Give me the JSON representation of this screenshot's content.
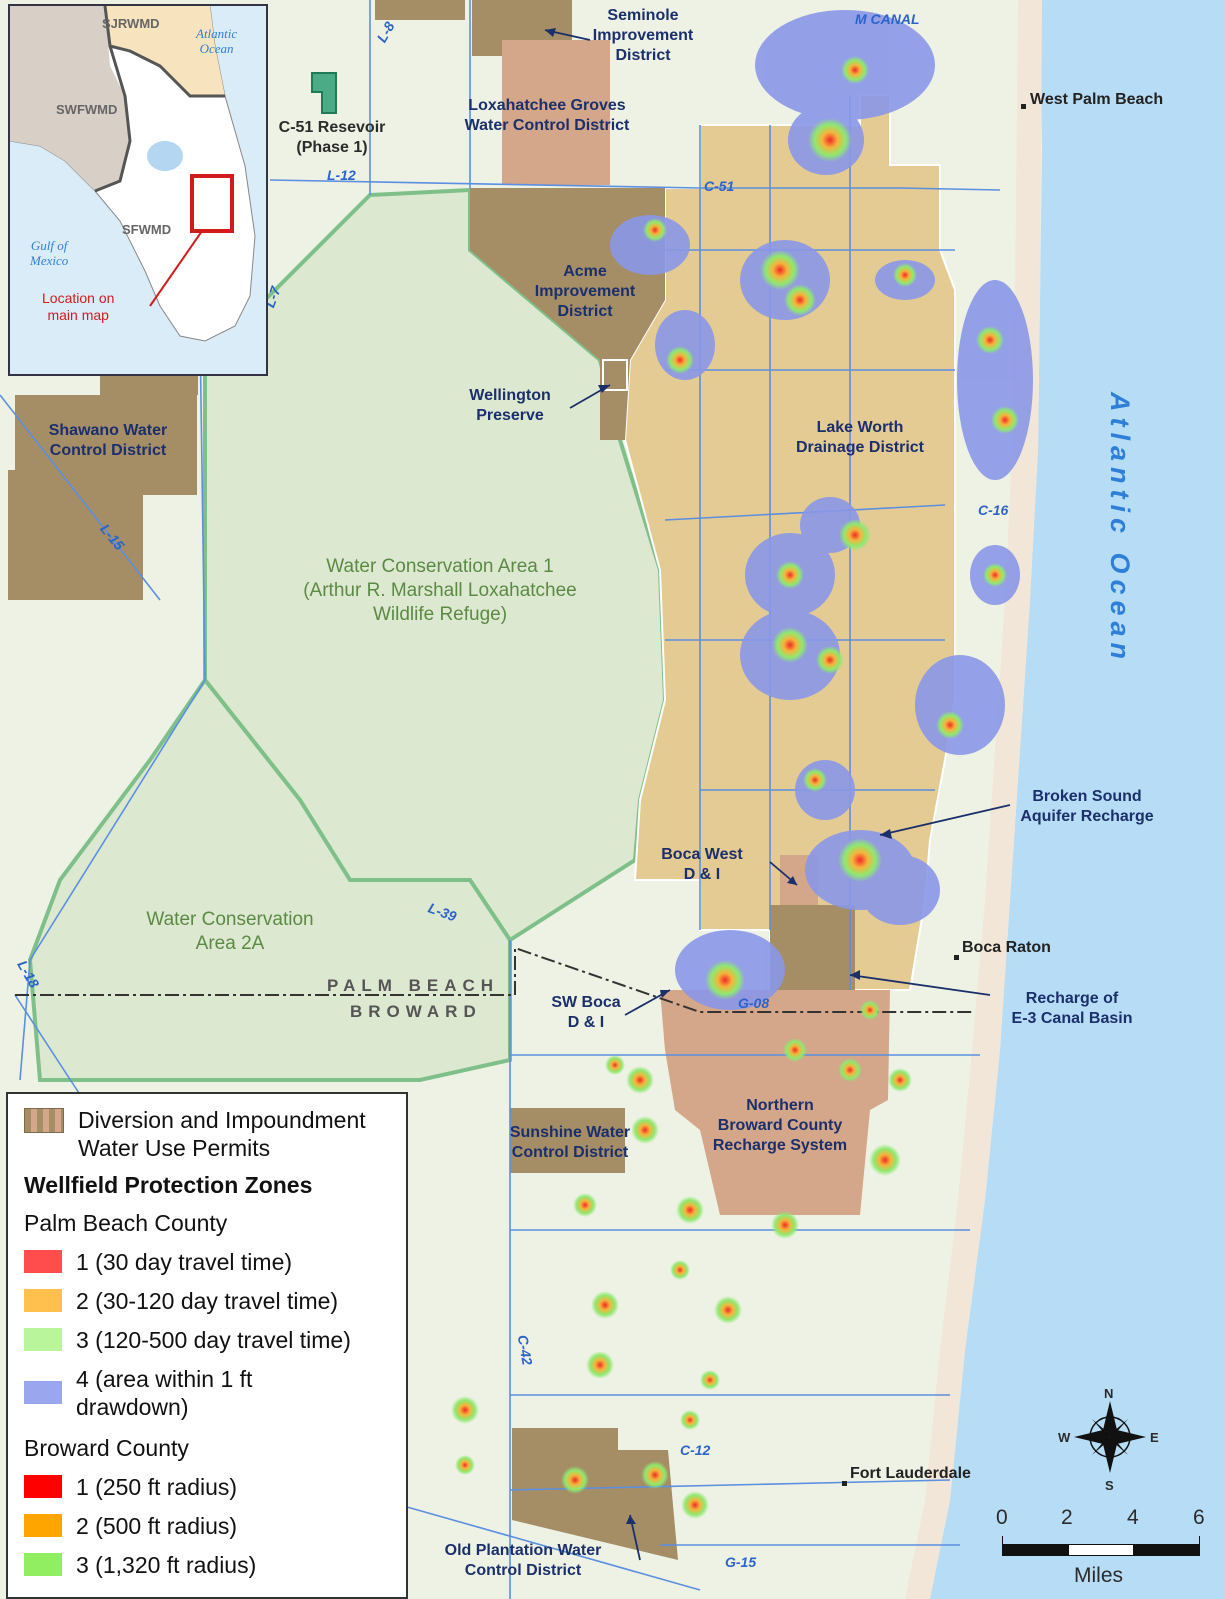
{
  "map": {
    "districts": [
      "Seminole Improvement District",
      "Loxahatchee Groves Water Control District",
      "Acme Improvement District",
      "Wellington Preserve",
      "Lake Worth Drainage District",
      "Shawano Water Control District",
      "Boca West D & I",
      "SW Boca D & I",
      "Northern Broward County Recharge System",
      "Sunshine Water Control District",
      "Old Plantation Water Control District"
    ],
    "features": {
      "c51": "C-51 Resevoir (Phase 1)",
      "wca1": "Water Conservation Area 1 (Arthur R. Marshall Loxahatchee Wildlife Refuge)",
      "wca2a": "Water Conservation Area 2A",
      "broken_sound": "Broken Sound Aquifer Recharge",
      "e3": "Recharge of E-3 Canal Basin"
    },
    "canals": [
      "M CANAL",
      "L-8",
      "L-12",
      "C-51",
      "L-7",
      "L-15",
      "C-16",
      "L-39",
      "L-18",
      "G-08",
      "C-42",
      "C-12",
      "G-15"
    ],
    "cities": [
      "West Palm Beach",
      "Boca Raton",
      "Fort Lauderdale"
    ],
    "ocean": "Atlantic Ocean",
    "county_line": {
      "north": "PALM BEACH",
      "south": "BROWARD"
    },
    "colors": {
      "land": "#eef2e4",
      "wca": "#dde8d0",
      "ocean": "#b7dcf5",
      "lwdd": "#e4cb93",
      "diversion_brown": "#a58d66",
      "diversion_pink": "#d4a68a",
      "zone4": "#8a97e8",
      "zone3": "#8fe870",
      "zone2": "#f6b43a",
      "zone1": "#f02a2a",
      "canal": "#5b8fe0"
    }
  },
  "inset": {
    "labels": {
      "sjrwmd": "SJRWMD",
      "swfwmd": "SWFWMD",
      "sfwmd": "SFWMD",
      "atlantic": "Atlantic Ocean",
      "gulf": "Gulf of Mexico",
      "location": "Location on main map"
    }
  },
  "legend": {
    "diversion": "Diversion and Impoundment Water Use Permits",
    "wellfield_title": "Wellfield Protection Zones",
    "pbc_title": "Palm Beach County",
    "pbc_items": [
      {
        "label": "1 (30 day travel time)",
        "color": "#ff4d4d"
      },
      {
        "label": "2 (30-120 day travel time)",
        "color": "#ffc04d"
      },
      {
        "label": "3 (120-500 day travel time)",
        "color": "#b9f59a"
      },
      {
        "label": "4 (area within 1 ft drawdown)",
        "color": "#9aa6ee"
      }
    ],
    "broward_title": "Broward County",
    "broward_items": [
      {
        "label": "1 (250 ft radius)",
        "color": "#ff0000"
      },
      {
        "label": "2 (500 ft radius)",
        "color": "#ffa500"
      },
      {
        "label": "3 (1,320 ft radius)",
        "color": "#90ee60"
      }
    ]
  },
  "compass": {
    "n": "N",
    "s": "S",
    "e": "E",
    "w": "W"
  },
  "scale": {
    "ticks": [
      "0",
      "2",
      "4",
      "6"
    ],
    "unit": "Miles"
  }
}
